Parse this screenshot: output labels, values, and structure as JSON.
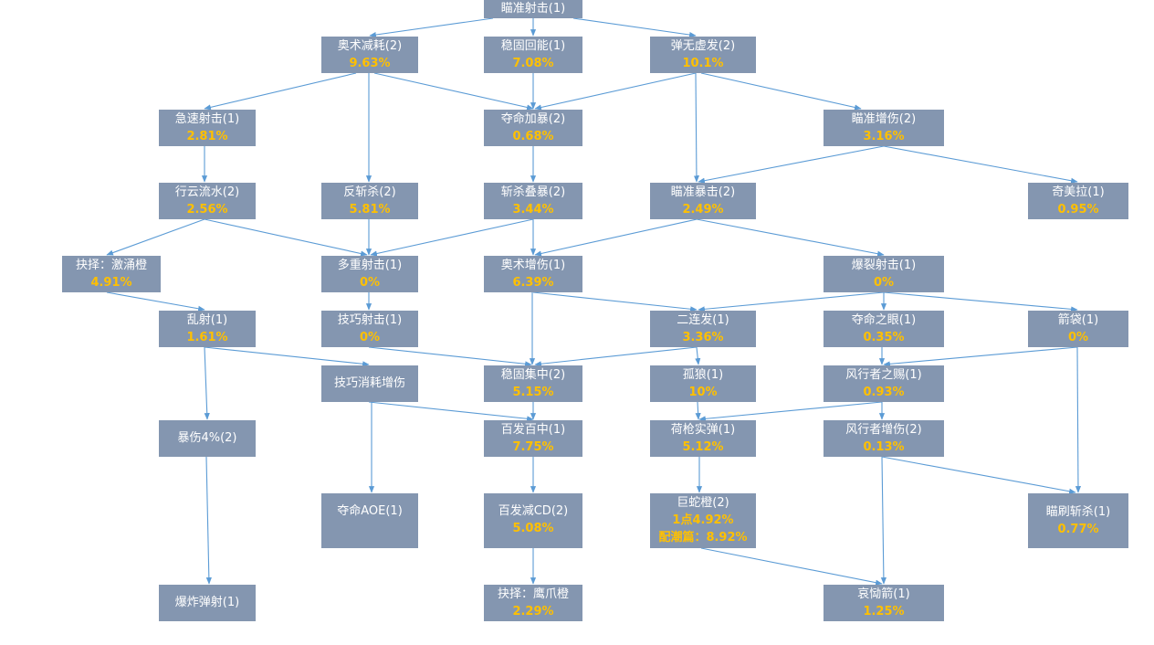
{
  "colors": {
    "node_fill": "#8496b0",
    "node_text": "#ffffff",
    "value_text": "#ffc000",
    "edge": "#5b9bd5"
  },
  "nodes": {
    "n1": {
      "name": "瞄准射击(1)",
      "value": ""
    },
    "n2": {
      "name": "奥术减耗(2)",
      "value": "9.63%"
    },
    "n3": {
      "name": "稳固回能(1)",
      "value": "7.08%"
    },
    "n4": {
      "name": "弹无虚发(2)",
      "value": "10.1%"
    },
    "n5": {
      "name": "急速射击(1)",
      "value": "2.81%"
    },
    "n6": {
      "name": "夺命加暴(2)",
      "value": "0.68%"
    },
    "n7": {
      "name": "瞄准增伤(2)",
      "value": "3.16%"
    },
    "n8": {
      "name": "行云流水(2)",
      "value": "2.56%"
    },
    "n9": {
      "name": "反斩杀(2)",
      "value": "5.81%"
    },
    "n10": {
      "name": "斩杀叠暴(2)",
      "value": "3.44%"
    },
    "n11": {
      "name": "瞄准暴击(2)",
      "value": "2.49%"
    },
    "n12": {
      "name": "奇美拉(1)",
      "value": "0.95%"
    },
    "n13": {
      "name": "抉择：激涌橙",
      "value": "4.91%"
    },
    "n14": {
      "name": "多重射击(1)",
      "value": "0%"
    },
    "n15": {
      "name": "奥术增伤(1)",
      "value": "6.39%"
    },
    "n16": {
      "name": "爆裂射击(1)",
      "value": "0%"
    },
    "n17": {
      "name": "乱射(1)",
      "value": "1.61%"
    },
    "n18": {
      "name": "技巧射击(1)",
      "value": "0%"
    },
    "n19": {
      "name": "二连发(1)",
      "value": "3.36%"
    },
    "n20": {
      "name": "夺命之眼(1)",
      "value": "0.35%"
    },
    "n21": {
      "name": "箭袋(1)",
      "value": "0%"
    },
    "n22": {
      "name": "技巧消耗增伤",
      "value": ""
    },
    "n23": {
      "name": "稳固集中(2)",
      "value": "5.15%"
    },
    "n24": {
      "name": "孤狼(1)",
      "value": "10%"
    },
    "n25": {
      "name": "风行者之赐(1)",
      "value": "0.93%"
    },
    "n26": {
      "name": "暴伤4%(2)",
      "value": ""
    },
    "n27": {
      "name": "百发百中(1)",
      "value": "7.75%"
    },
    "n28": {
      "name": "荷枪实弹(1)",
      "value": "5.12%"
    },
    "n29": {
      "name": "风行者增伤(2)",
      "value": "0.13%"
    },
    "n30": {
      "name": "夺命AOE(1)",
      "value": ""
    },
    "n31": {
      "name": "百发减CD(2)",
      "value": "5.08%"
    },
    "n32": {
      "name": "巨蛇橙(2)",
      "value": "1点4.92%",
      "value2": "配潮篇：8.92%"
    },
    "n33": {
      "name": "瞄刷斩杀(1)",
      "value": "0.77%"
    },
    "n34": {
      "name": "爆炸弹射(1)",
      "value": ""
    },
    "n35": {
      "name": "抉择：鹰爪橙",
      "value": "2.29%"
    },
    "n36": {
      "name": "哀恸箭(1)",
      "value": "1.25%"
    }
  }
}
